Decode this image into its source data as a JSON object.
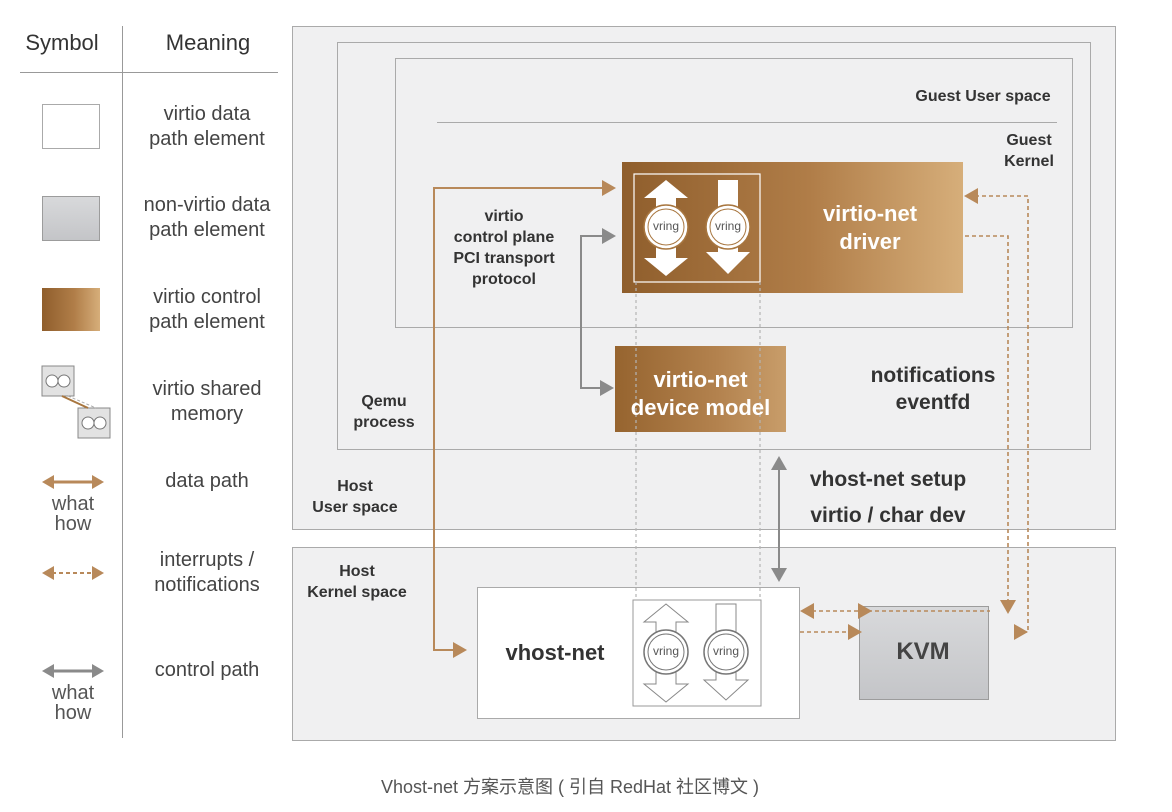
{
  "legend": {
    "symbol_header": "Symbol",
    "meaning_header": "Meaning",
    "rows": [
      {
        "line1": "virtio data",
        "line2": "path element"
      },
      {
        "line1": "non-virtio data",
        "line2": "path element"
      },
      {
        "line1": "virtio control",
        "line2": "path element"
      },
      {
        "line1": "virtio shared",
        "line2": "memory"
      },
      {
        "line1": "data path",
        "line2": ""
      },
      {
        "line1": "interrupts /",
        "line2": "notifications"
      },
      {
        "line1": "control path",
        "line2": ""
      }
    ],
    "what_label": "what",
    "how_label": "how"
  },
  "diagram": {
    "guest_user_space": "Guest User space",
    "guest_kernel_line1": "Guest",
    "guest_kernel_line2": "Kernel",
    "virtio_net_driver_line1": "virtio-net",
    "virtio_net_driver_line2": "driver",
    "control_plane_lines": [
      "virtio",
      "control plane",
      "PCI transport",
      "protocol"
    ],
    "device_model_line1": "virtio-net",
    "device_model_line2": "device model",
    "notifications_line1": "notifications",
    "notifications_line2": "eventfd",
    "qemu_line1": "Qemu",
    "qemu_line2": "process",
    "host_user_line1": "Host",
    "host_user_line2": "User space",
    "vhost_setup_line1": "vhost-net setup",
    "vhost_setup_line2": "virtio / char dev",
    "host_kernel_line1": "Host",
    "host_kernel_line2": "Kernel space",
    "vhost_net": "vhost-net",
    "kvm": "KVM",
    "vring": "vring"
  },
  "caption": "Vhost-net 方案示意图 ( 引自 RedHat 社区博文 )",
  "colors": {
    "brown": "#a8763f",
    "arrow_brown": "#b8895a",
    "arrow_gray": "#8a8a8a"
  }
}
